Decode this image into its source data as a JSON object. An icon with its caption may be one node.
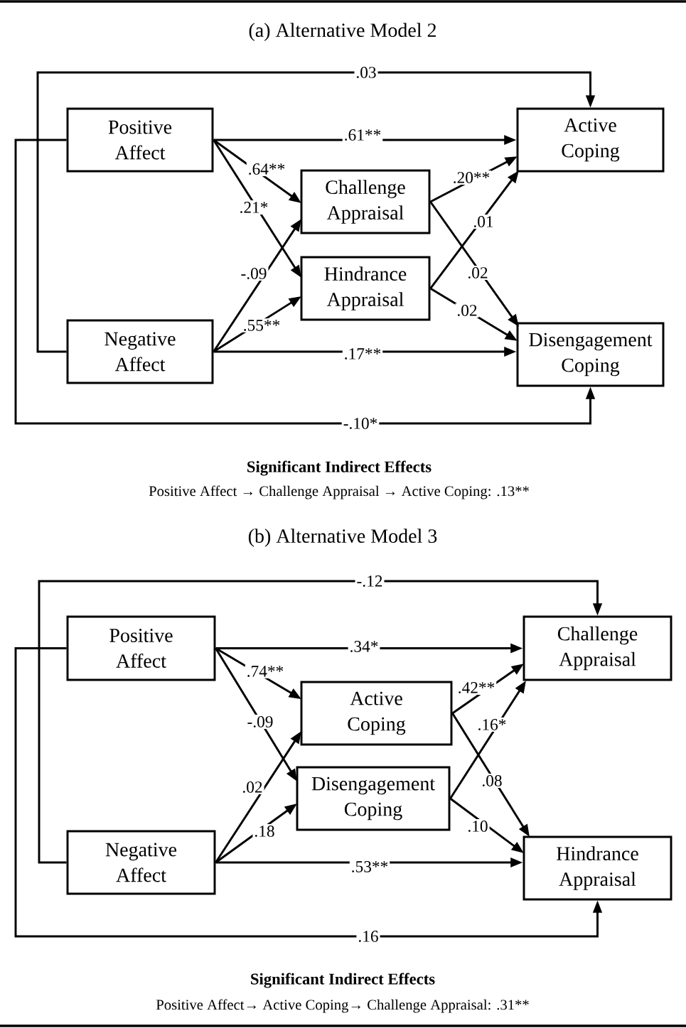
{
  "diagram": {
    "nodes": [
      {
        "text": [
          "Positive Affect"
        ]
      },
      {
        "text": [
          "Active Coping"
        ]
      },
      {
        "text": [
          "Challenge Appraisal"
        ]
      },
      {
        "text": [
          "Hindrance Appraisal"
        ]
      },
      {
        "text": [
          "Negative Affect"
        ]
      },
      {
        "text": [
          "Disengagement Coping"
        ]
      },
      {
        "text": [
          "Positive Affect"
        ]
      },
      {
        "text": [
          "Challenge Appraisal"
        ]
      },
      {
        "text": [
          "Active Coping"
        ]
      },
      {
        "text": [
          "Disengagement Coping"
        ]
      },
      {
        "text": [
          "Negative Affect"
        ]
      },
      {
        "text": [
          "Hindrance Appraisal"
        ]
      }
    ],
    "edges": [
      {
        "from": 4,
        "to": 1,
        "arrow": "to",
        "label": ".03"
      },
      {
        "from": 0,
        "to": 1,
        "arrow": "to",
        "label": ".61**"
      },
      {
        "from": 0,
        "to": 2,
        "arrow": "to",
        "label": ".64**"
      },
      {
        "from": 0,
        "to": 3,
        "arrow": "to",
        "label": ".21*"
      },
      {
        "from": 4,
        "to": 2,
        "arrow": "to",
        "label": "-.09"
      },
      {
        "from": 4,
        "to": 3,
        "arrow": "to",
        "label": ".55**"
      },
      {
        "from": 4,
        "to": 5,
        "arrow": "to",
        "label": ".17**"
      },
      {
        "from": 2,
        "to": 1,
        "arrow": "to",
        "label": ".20**"
      },
      {
        "from": 2,
        "to": 5,
        "arrow": "to",
        "label": ".02"
      },
      {
        "from": 3,
        "to": 1,
        "arrow": "to",
        "label": ".01"
      },
      {
        "from": 3,
        "to": 5,
        "arrow": "to",
        "label": ".02"
      },
      {
        "from": 0,
        "to": 5,
        "arrow": "to",
        "label": "-.10*"
      },
      {
        "from": 10,
        "to": 7,
        "arrow": "to",
        "label": "-.12"
      },
      {
        "from": 6,
        "to": 7,
        "arrow": "to",
        "label": ".34*"
      },
      {
        "from": 6,
        "to": 8,
        "arrow": "to",
        "label": ".74**"
      },
      {
        "from": 6,
        "to": 9,
        "arrow": "to",
        "label": "-.09"
      },
      {
        "from": 10,
        "to": 8,
        "arrow": "to",
        "label": ".02"
      },
      {
        "from": 10,
        "to": 9,
        "arrow": "to",
        "label": ".18"
      },
      {
        "from": 10,
        "to": 11,
        "arrow": "to",
        "label": ".53**"
      },
      {
        "from": 8,
        "to": 7,
        "arrow": "to",
        "label": ".42**"
      },
      {
        "from": 8,
        "to": 11,
        "arrow": "to",
        "label": ".08"
      },
      {
        "from": 9,
        "to": 7,
        "arrow": "to",
        "label": ".16*"
      },
      {
        "from": 9,
        "to": 11,
        "arrow": "to",
        "label": ".10"
      },
      {
        "from": 6,
        "to": 11,
        "arrow": "to",
        "label": ".16"
      }
    ],
    "labels": [
      "(a) Alternative Model 2",
      "Significant Indirect Effects",
      "Positive Affect → Challenge Appraisal → Active Coping: .13**",
      "(b) Alternative Model 3",
      "Significant Indirect Effects",
      "Positive Affect→ Active Coping→ Challenge Appraisal: .31**"
    ]
  }
}
